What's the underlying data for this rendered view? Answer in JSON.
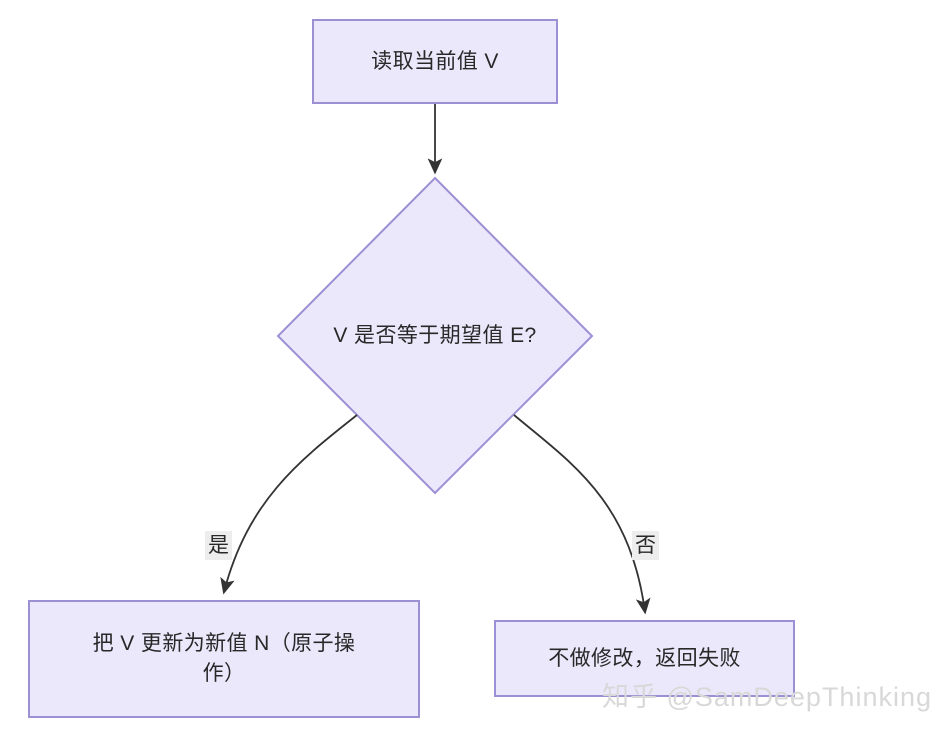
{
  "diagram": {
    "type": "flowchart",
    "orientation": "top-down",
    "theme": {
      "node_fill": "#ECE8FB",
      "node_border": "#9D8FD4",
      "edge_color": "#333333",
      "text_color": "#282828",
      "edge_label_background": "#EDEDED",
      "canvas_background": "#FFFFFF"
    },
    "nodes": [
      {
        "id": "read",
        "shape": "rectangle",
        "label": "读取当前值 V"
      },
      {
        "id": "decision",
        "shape": "diamond",
        "label": "V 是否等于期望值 E?"
      },
      {
        "id": "success",
        "shape": "rectangle",
        "label": "把 V 更新为新值 N（原子操\n作）"
      },
      {
        "id": "fail",
        "shape": "rectangle",
        "label": "不做修改，返回失败"
      }
    ],
    "edges": [
      {
        "id": "read-to-decision",
        "from": "read",
        "to": "decision",
        "label": ""
      },
      {
        "id": "decision-to-success",
        "from": "decision",
        "to": "success",
        "label": "是"
      },
      {
        "id": "decision-to-fail",
        "from": "decision",
        "to": "fail",
        "label": "否"
      }
    ]
  },
  "watermark": {
    "text": "知乎 @SamDeepThinking"
  }
}
